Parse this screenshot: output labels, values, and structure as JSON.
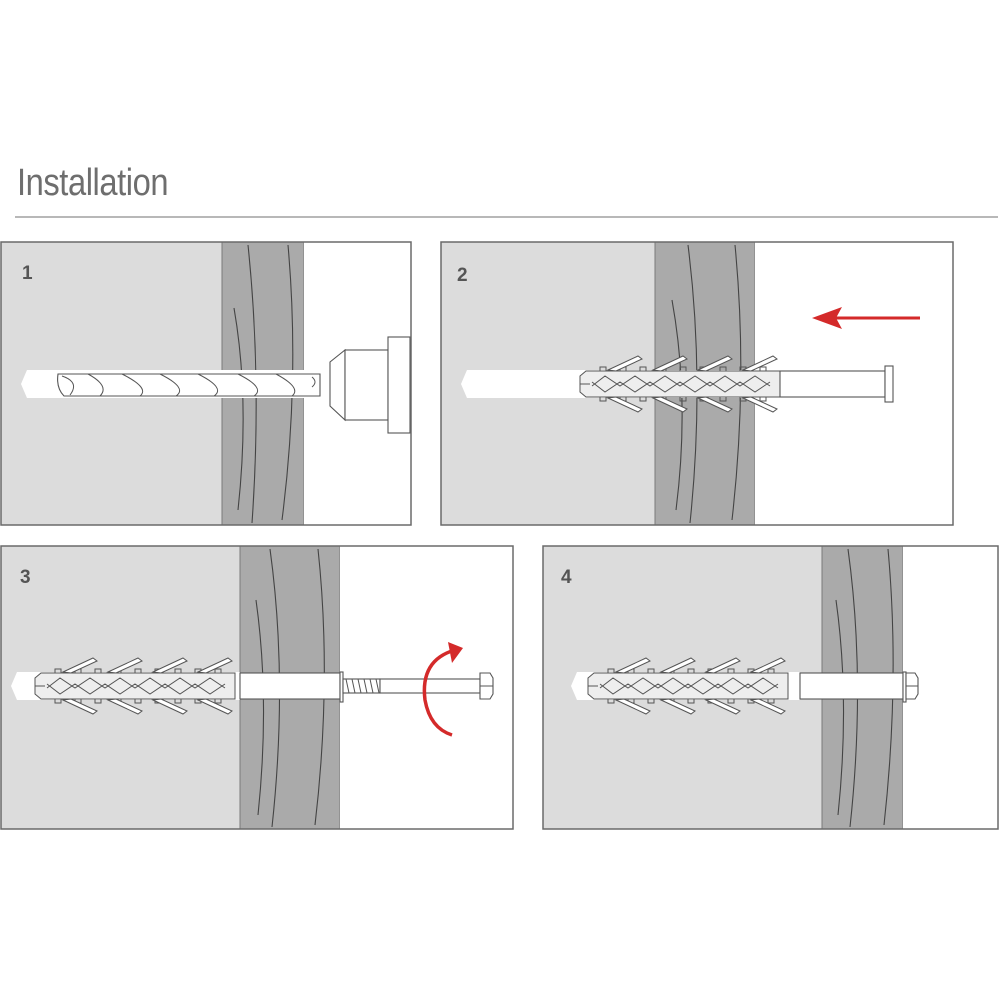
{
  "title": "Installation",
  "steps": [
    {
      "number": "1"
    },
    {
      "number": "2"
    },
    {
      "number": "3"
    },
    {
      "number": "4"
    }
  ],
  "colors": {
    "accent_red": "#d42a2a",
    "wall": "#dcdcdc",
    "wood": "#aaaaaa"
  }
}
